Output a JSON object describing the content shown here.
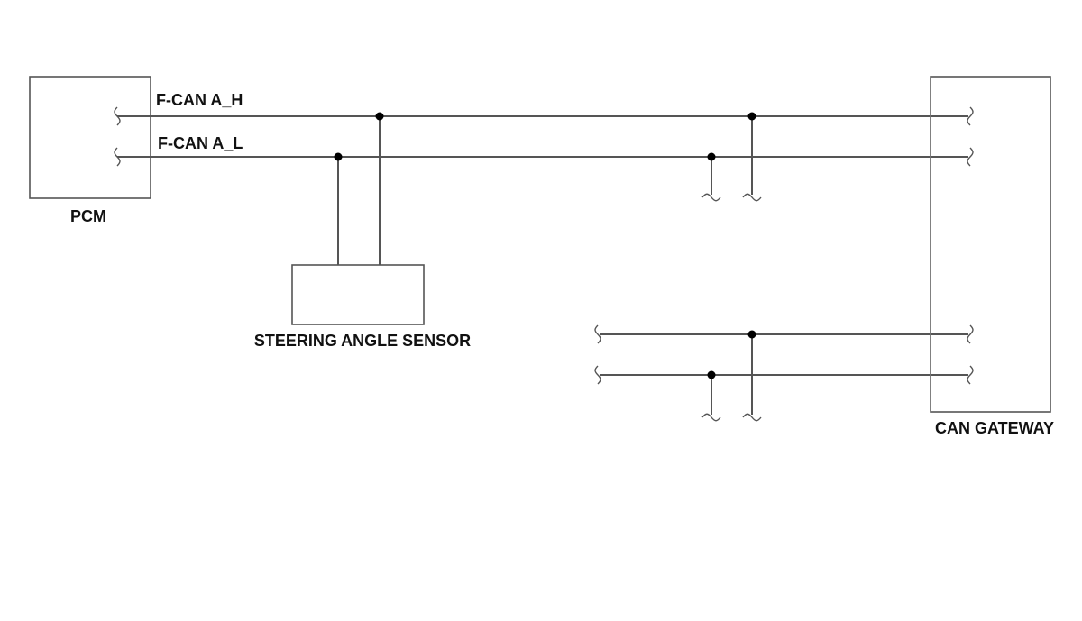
{
  "diagram": {
    "signals": {
      "high": "F-CAN A_H",
      "low": "F-CAN A_L"
    },
    "components": {
      "pcm": "PCM",
      "sensor": "STEERING ANGLE SENSOR",
      "gateway": "CAN GATEWAY"
    }
  }
}
